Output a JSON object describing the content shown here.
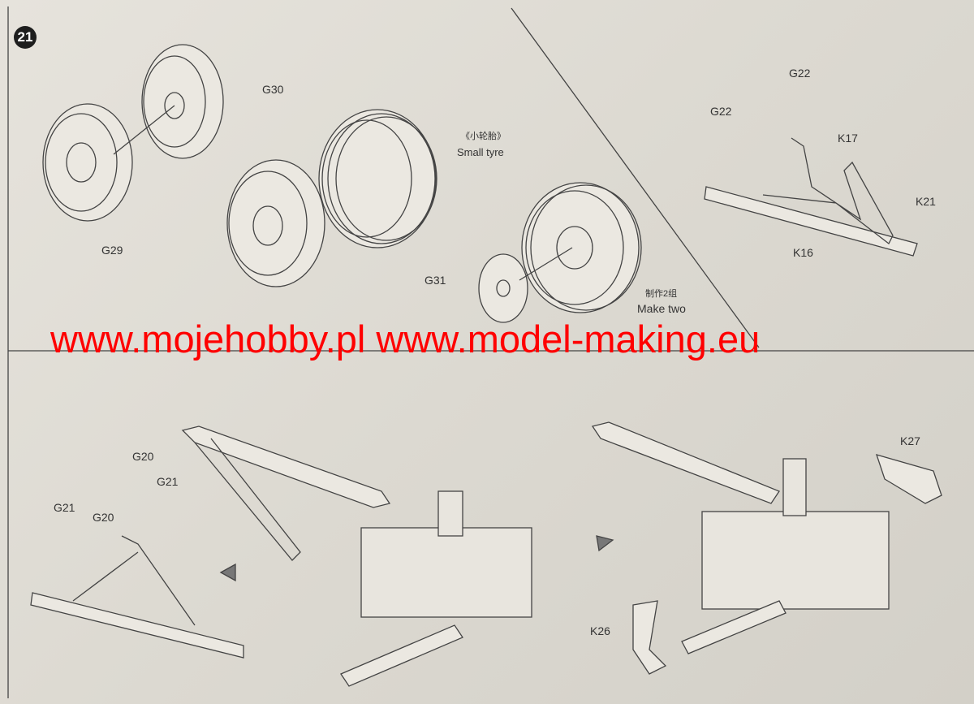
{
  "step_number": "21",
  "watermark": "www.mojehobby.pl www.model-making.eu",
  "top_left_panel": {
    "parts": [
      "G30",
      "G29",
      "G31"
    ],
    "tyre_label_cn": "《小轮胎》",
    "tyre_label_en": "Small tyre",
    "make_two_cn": "制作2组",
    "make_two_en": "Make two"
  },
  "top_right_panel": {
    "parts": [
      "G22",
      "G22",
      "K17",
      "K21",
      "K16"
    ]
  },
  "bottom_left_panel": {
    "parts": [
      "G20",
      "G21",
      "G21",
      "G20"
    ]
  },
  "bottom_right_panel": {
    "parts": [
      "K27",
      "K26"
    ]
  },
  "colors": {
    "watermark": "#ff0000",
    "paper": "#e0ddd6",
    "ink": "#333333"
  }
}
